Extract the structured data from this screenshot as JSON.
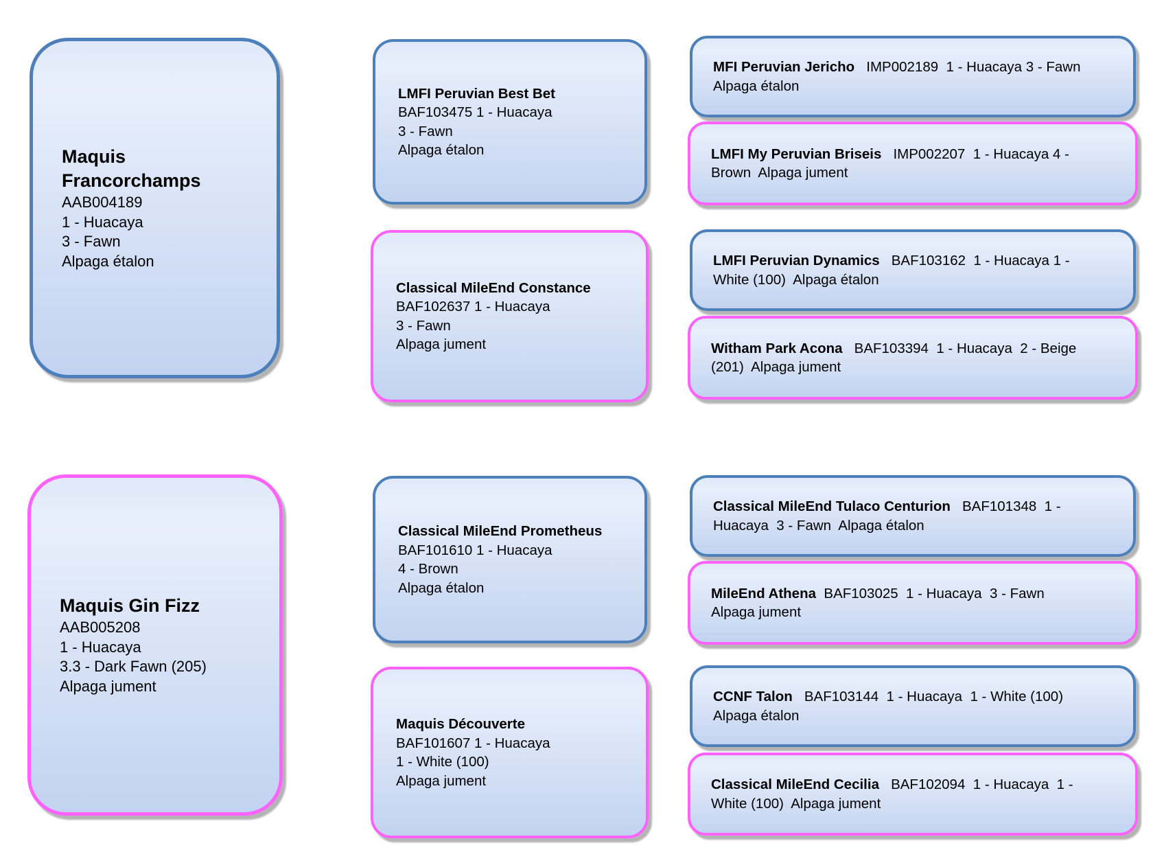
{
  "diagram": {
    "type": "alpaca-pedigree-chart",
    "colors": {
      "male_border": "#4d80bb",
      "female_border": "#fd62fd",
      "box_fill_top": "#e8effc",
      "box_fill_bottom": "#c2d3f1",
      "shadow": "#8c8c8c",
      "text": "#000000"
    }
  },
  "nodes": {
    "francorchamps": {
      "name": "Maquis Francorchamps",
      "lines": [
        "AAB004189",
        "1 - Huacaya",
        "3 - Fawn",
        "Alpaga étalon"
      ],
      "border": "blue"
    },
    "gin_fizz": {
      "name": "Maquis Gin Fizz",
      "lines": [
        "AAB005208",
        "1 - Huacaya",
        "3.3 - Dark Fawn (205)",
        "Alpaga jument"
      ],
      "border": "pink"
    },
    "best_bet": {
      "name": "LMFI Peruvian Best Bet",
      "lines": [
        "BAF103475 1 - Huacaya",
        "3 - Fawn",
        "Alpaga étalon"
      ],
      "border": "blue"
    },
    "constance": {
      "name": "Classical MileEnd Constance",
      "lines": [
        "BAF102637 1 - Huacaya",
        "3 - Fawn",
        "Alpaga jument"
      ],
      "border": "pink"
    },
    "prometheus": {
      "name": "Classical MileEnd Prometheus",
      "lines": [
        "BAF101610 1 - Huacaya",
        "4 - Brown",
        "Alpaga étalon"
      ],
      "border": "blue"
    },
    "decouverte": {
      "name": "Maquis Découverte",
      "lines": [
        "BAF101607 1 - Huacaya",
        "1 - White (100)",
        "Alpaga jument"
      ],
      "border": "pink"
    },
    "jericho": {
      "name": "MFI Peruvian Jericho",
      "rest": "   IMP002189  1 - Huacaya 3 - Fawn Alpaga étalon",
      "border": "blue"
    },
    "briseis": {
      "name": "LMFI My Peruvian Briseis",
      "rest": "   IMP002207  1 - Huacaya 4 - Brown  Alpaga jument",
      "border": "pink"
    },
    "dynamics": {
      "name": "LMFI Peruvian Dynamics",
      "rest": "   BAF103162  1 - Huacaya 1 - White (100)  Alpaga étalon",
      "border": "blue"
    },
    "acona": {
      "name": "Witham Park Acona",
      "rest": "   BAF103394  1 - Huacaya  2 - Beige (201)  Alpaga jument",
      "border": "pink"
    },
    "centurion": {
      "name": "Classical MileEnd Tulaco Centurion",
      "rest": "   BAF101348  1 - Huacaya  3 - Fawn  Alpaga étalon",
      "border": "blue"
    },
    "athena": {
      "name": "MileEnd Athena",
      "rest": "  BAF103025  1 - Huacaya  3 - Fawn  Alpaga jument",
      "border": "pink"
    },
    "talon": {
      "name": "CCNF Talon",
      "rest": "   BAF103144  1 - Huacaya  1 - White (100) Alpaga étalon",
      "border": "blue"
    },
    "cecilia": {
      "name": "Classical MileEnd Cecilia",
      "rest": "   BAF102094  1 - Huacaya  1 - White (100)  Alpaga jument",
      "border": "pink"
    }
  }
}
